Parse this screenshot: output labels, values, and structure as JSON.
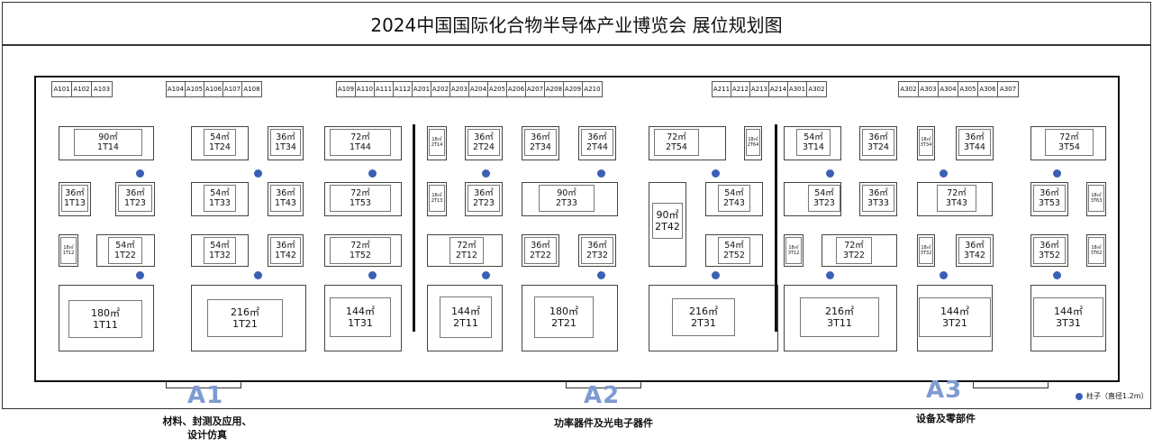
{
  "title": "2024中国国际化合物半导体产业博览会 展位规划图",
  "small_booth_rows": [
    [
      "A101",
      "A102",
      "A103"
    ],
    [
      "A104",
      "A105",
      "A106",
      "A107",
      "A108"
    ],
    [
      "A109",
      "A110",
      "A111",
      "A112",
      "A201",
      "A202",
      "A203",
      "A204",
      "A205",
      "A206",
      "A207",
      "A208",
      "A209",
      "A210"
    ],
    [
      "A211",
      "A212",
      "A213",
      "A214",
      "A301",
      "A302"
    ],
    [
      "A302",
      "A303",
      "A304",
      "A305",
      "A306",
      "A307"
    ]
  ],
  "booths": [
    {
      "area": "90㎡",
      "code": "1T14"
    },
    {
      "area": "54㎡",
      "code": "1T24"
    },
    {
      "area": "36㎡",
      "code": "1T34"
    },
    {
      "area": "72㎡",
      "code": "1T44"
    },
    {
      "area": "36㎡",
      "code": "1T13"
    },
    {
      "area": "36㎡",
      "code": "1T23"
    },
    {
      "area": "54㎡",
      "code": "1T33"
    },
    {
      "area": "36㎡",
      "code": "1T43"
    },
    {
      "area": "72㎡",
      "code": "1T53"
    },
    {
      "area": "18㎡",
      "code": "1T12"
    },
    {
      "area": "54㎡",
      "code": "1T22"
    },
    {
      "area": "54㎡",
      "code": "1T32"
    },
    {
      "area": "36㎡",
      "code": "1T42"
    },
    {
      "area": "72㎡",
      "code": "1T52"
    },
    {
      "area": "180㎡",
      "code": "1T11"
    },
    {
      "area": "216㎡",
      "code": "1T21"
    },
    {
      "area": "144㎡",
      "code": "1T31"
    },
    {
      "area": "18㎡",
      "code": "2T14"
    },
    {
      "area": "36㎡",
      "code": "2T24"
    },
    {
      "area": "36㎡",
      "code": "2T34"
    },
    {
      "area": "36㎡",
      "code": "2T44"
    },
    {
      "area": "72㎡",
      "code": "2T54"
    },
    {
      "area": "18㎡",
      "code": "2T64"
    },
    {
      "area": "18㎡",
      "code": "2T13"
    },
    {
      "area": "36㎡",
      "code": "2T23"
    },
    {
      "area": "90㎡",
      "code": "2T33"
    },
    {
      "area": "90㎡",
      "code": "2T42"
    },
    {
      "area": "54㎡",
      "code": "2T43"
    },
    {
      "area": "72㎡",
      "code": "2T12"
    },
    {
      "area": "36㎡",
      "code": "2T22"
    },
    {
      "area": "36㎡",
      "code": "2T32"
    },
    {
      "area": "54㎡",
      "code": "2T52"
    },
    {
      "area": "144㎡",
      "code": "2T11"
    },
    {
      "area": "180㎡",
      "code": "2T21"
    },
    {
      "area": "216㎡",
      "code": "2T31"
    },
    {
      "area": "54㎡",
      "code": "3T14"
    },
    {
      "area": "36㎡",
      "code": "3T24"
    },
    {
      "area": "18㎡",
      "code": "3T34"
    },
    {
      "area": "36㎡",
      "code": "3T44"
    },
    {
      "area": "72㎡",
      "code": "3T54"
    },
    {
      "area": "54㎡",
      "code": "3T23"
    },
    {
      "area": "36㎡",
      "code": "3T33"
    },
    {
      "area": "72㎡",
      "code": "3T43"
    },
    {
      "area": "36㎡",
      "code": "3T53"
    },
    {
      "area": "18㎡",
      "code": "3T63"
    },
    {
      "area": "18㎡",
      "code": "3T12"
    },
    {
      "area": "72㎡",
      "code": "3T22"
    },
    {
      "area": "18㎡",
      "code": "3T32"
    },
    {
      "area": "36㎡",
      "code": "3T42"
    },
    {
      "area": "36㎡",
      "code": "3T52"
    },
    {
      "area": "18㎡",
      "code": "3T62"
    },
    {
      "area": "216㎡",
      "code": "3T11"
    },
    {
      "area": "144㎡",
      "code": "3T21"
    },
    {
      "area": "144㎡",
      "code": "3T31"
    }
  ],
  "zones": [
    {
      "name": "A1",
      "desc_line1": "材料、封测及应用、",
      "desc_line2": "设计仿真"
    },
    {
      "name": "A2",
      "desc_line1": "功率器件及光电子器件",
      "desc_line2": ""
    },
    {
      "name": "A3",
      "desc_line1": "设备及零部件",
      "desc_line2": ""
    }
  ],
  "legend": {
    "label": "柱子（直径1.2m）"
  },
  "colors": {
    "pillar": "#3b5fb5",
    "zone_text": "#7e9bd1"
  }
}
